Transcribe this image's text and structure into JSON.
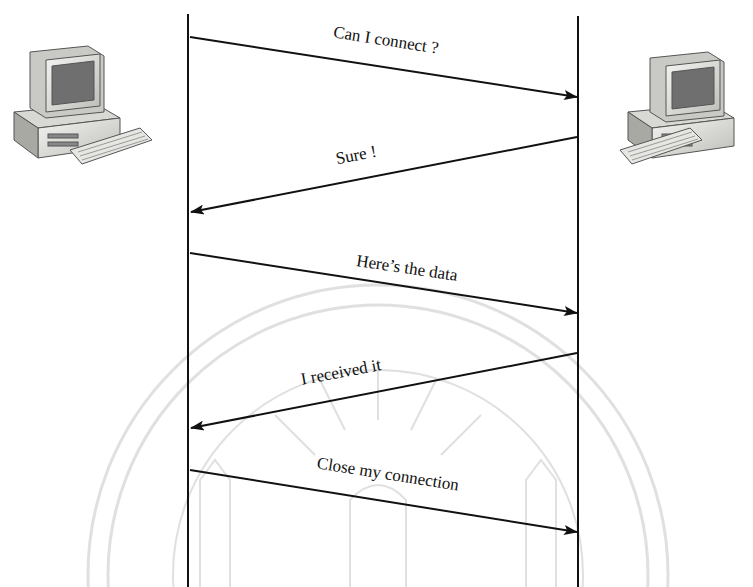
{
  "diagram": {
    "labels": [
      "Can I connect ?",
      "Sure !",
      "Here’s the data",
      "I received it",
      "Close my connection"
    ]
  }
}
